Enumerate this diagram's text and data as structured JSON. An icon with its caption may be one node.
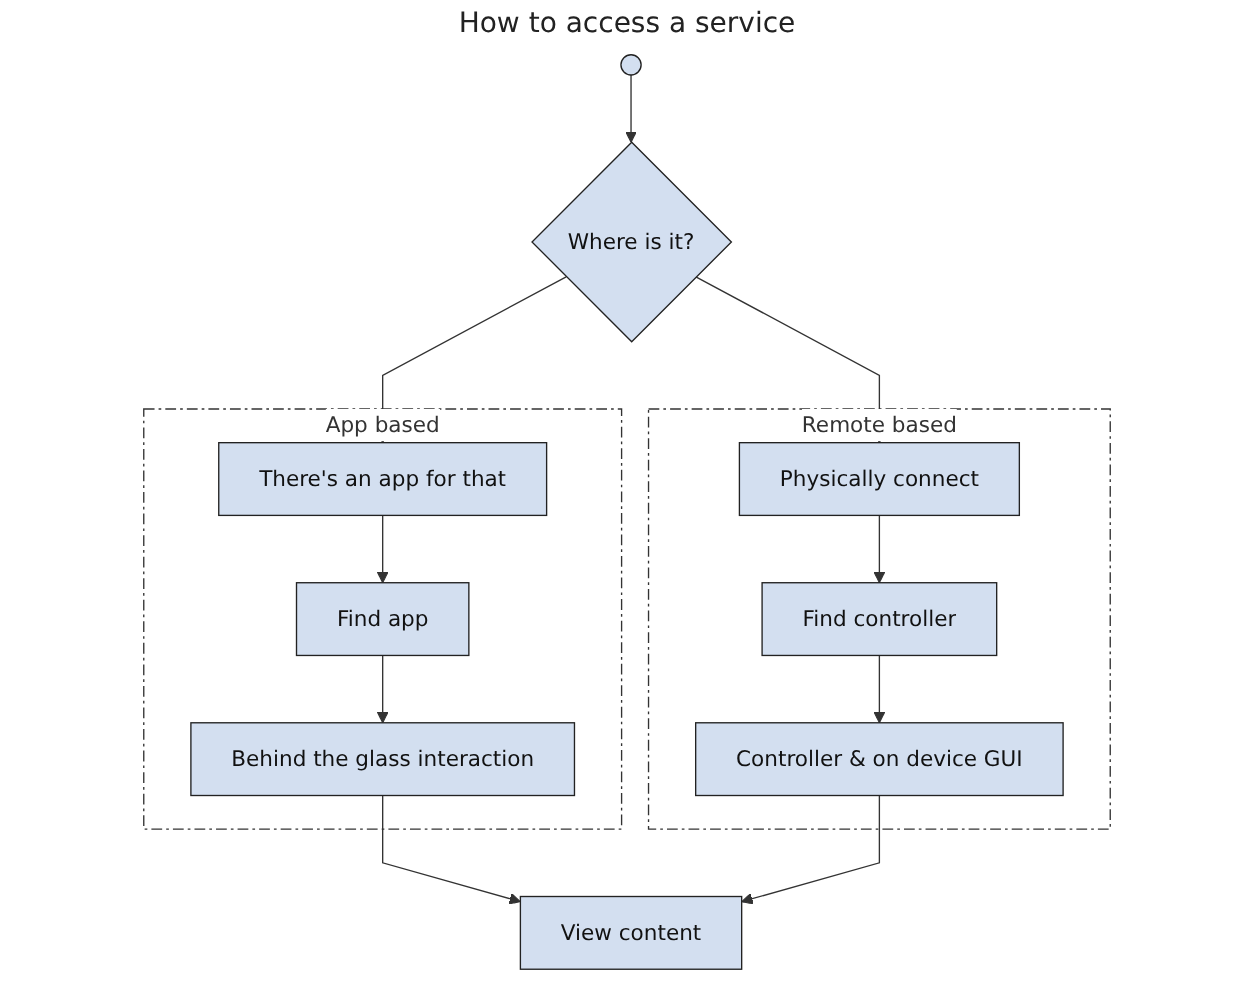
{
  "diagram": {
    "title": "How to access a service",
    "nodes": [
      {
        "text": [],
        "shape": "circle"
      },
      {
        "text": [
          "Where is it?"
        ]
      },
      {
        "text": [
          "App based"
        ]
      },
      {
        "text": [
          "There's an app for that"
        ],
        "in": 2
      },
      {
        "text": [
          "Find app"
        ],
        "in": 2
      },
      {
        "text": [
          "Behind the glass interaction"
        ],
        "in": 2
      },
      {
        "text": [
          "Remote based"
        ]
      },
      {
        "text": [
          "Physically connect"
        ],
        "in": 6
      },
      {
        "text": [
          "Find controller"
        ],
        "in": 6
      },
      {
        "text": [
          "Controller & on device GUI"
        ],
        "in": 6
      },
      {
        "text": [
          "View content"
        ]
      }
    ],
    "edges": [
      {
        "from": 0,
        "to": 1,
        "arrow": "to"
      },
      {
        "from": 1,
        "to": 3,
        "arrow": "to"
      },
      {
        "from": 1,
        "to": 7,
        "arrow": "to"
      },
      {
        "from": 3,
        "to": 4,
        "arrow": "to"
      },
      {
        "from": 4,
        "to": 5,
        "arrow": "to"
      },
      {
        "from": 7,
        "to": 8,
        "arrow": "to"
      },
      {
        "from": 8,
        "to": 9,
        "arrow": "to"
      },
      {
        "from": 5,
        "to": 10,
        "arrow": "to"
      },
      {
        "from": 9,
        "to": 10,
        "arrow": "to"
      }
    ]
  }
}
